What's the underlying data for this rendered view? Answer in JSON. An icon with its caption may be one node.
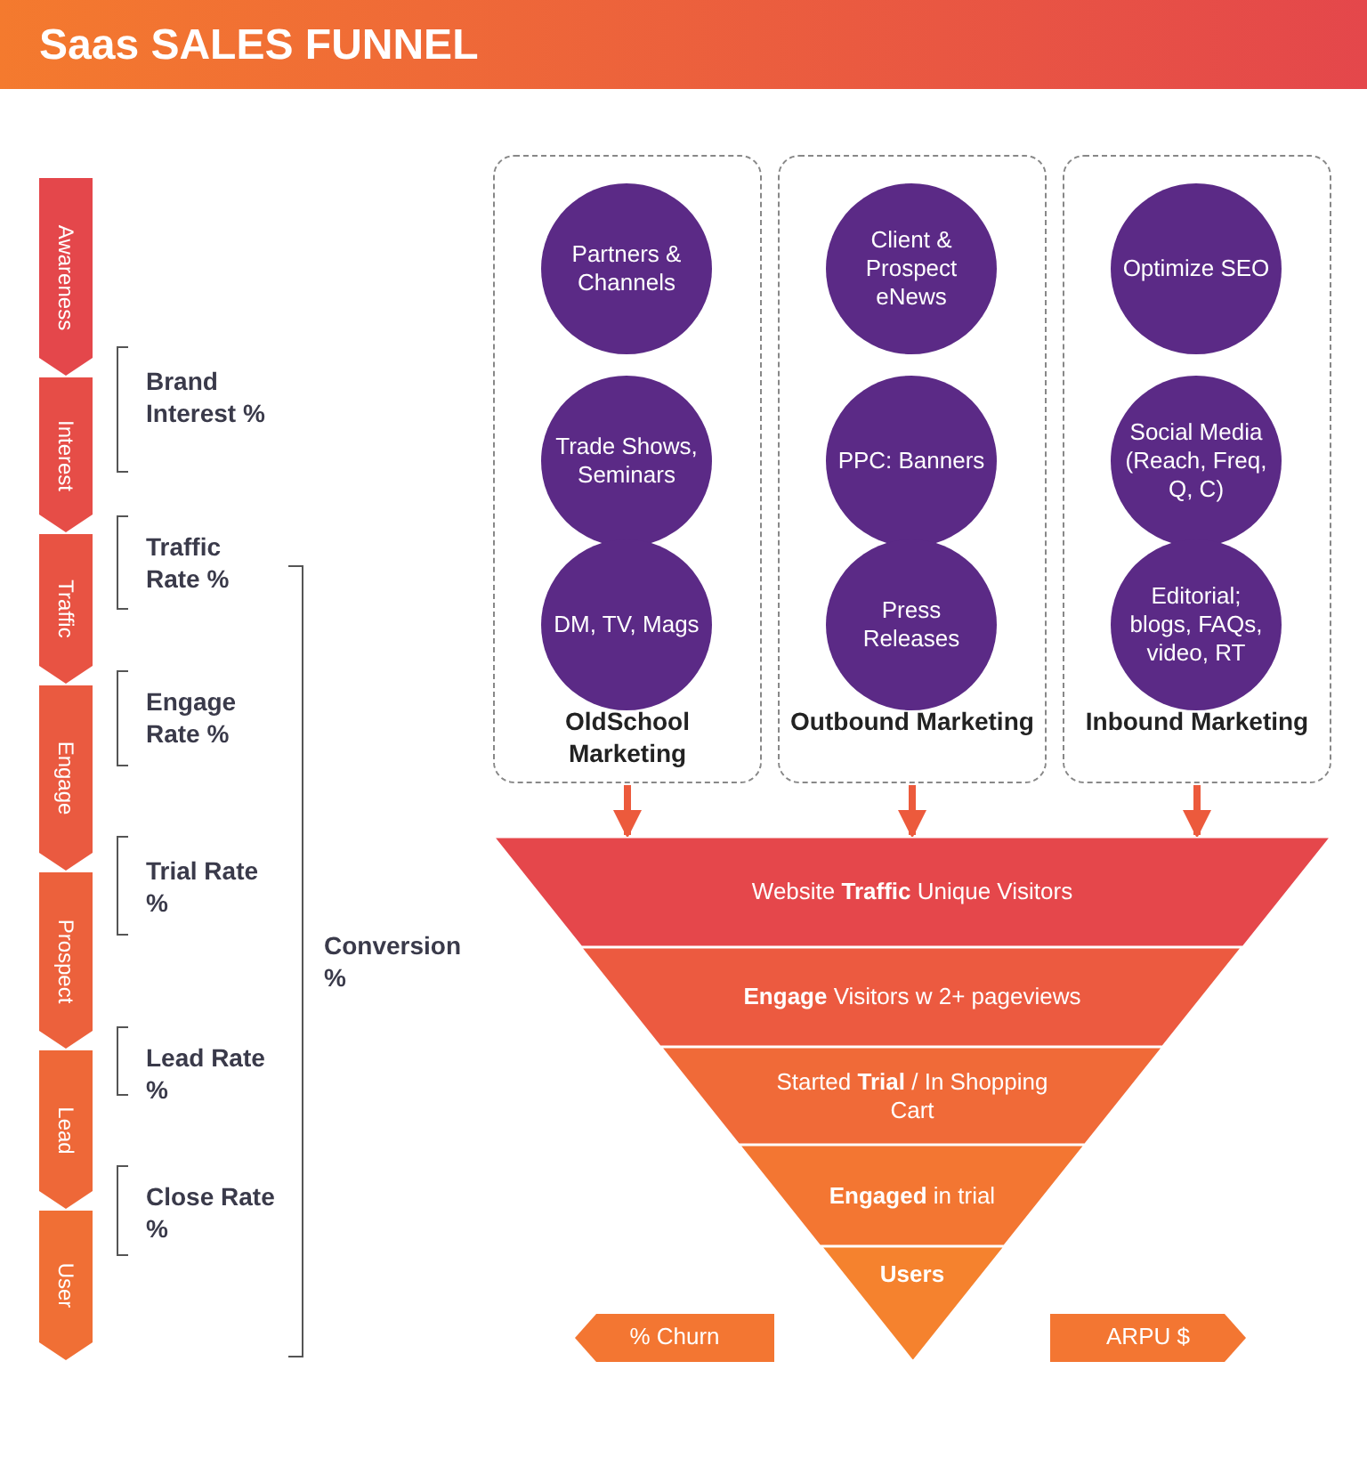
{
  "diagram": {
    "title": "Saas SALES FUNNEL",
    "nodes": [
      {
        "text": [
          "OldSchool Marketing"
        ]
      },
      {
        "text": [
          "Partners & Channels"
        ],
        "in": 0
      },
      {
        "text": [
          "Trade Shows, Seminars"
        ],
        "in": 0
      },
      {
        "text": [
          "DM, TV, Mags"
        ],
        "in": 0
      },
      {
        "text": [
          "Outbound Marketing"
        ]
      },
      {
        "text": [
          "Client & Prospect eNews"
        ],
        "in": 4
      },
      {
        "text": [
          "PPC: Banners"
        ],
        "in": 4
      },
      {
        "text": [
          "Press Releases"
        ],
        "in": 4
      },
      {
        "text": [
          "Inbound Marketing"
        ]
      },
      {
        "text": [
          "Optimize SEO"
        ],
        "in": 8
      },
      {
        "text": [
          "Social Media (Reach, Freq, Q, C)"
        ],
        "in": 8
      },
      {
        "text": [
          "Editorial; blogs, FAQs, video, RT"
        ],
        "in": 8
      },
      {
        "text": [
          "Website **Traffic** Unique Visitors"
        ]
      },
      {
        "text": [
          "**Engage** Visitors w 2+ pageviews"
        ]
      },
      {
        "text": [
          "Started **Trial** / In Shopping Cart"
        ]
      },
      {
        "text": [
          "**Engaged** in trial"
        ]
      },
      {
        "text": [
          "Users"
        ]
      },
      {
        "text": [
          "% Churn"
        ]
      },
      {
        "text": [
          "ARPU $"
        ]
      },
      {
        "text": [
          "Awareness"
        ]
      },
      {
        "text": [
          "Interest"
        ]
      },
      {
        "text": [
          "Traffic"
        ]
      },
      {
        "text": [
          "Engage"
        ]
      },
      {
        "text": [
          "Prospect"
        ]
      },
      {
        "text": [
          "Lead"
        ]
      },
      {
        "text": [
          "User"
        ]
      }
    ],
    "edges": [
      {
        "from": 0,
        "to": 12,
        "arrow": "to"
      },
      {
        "from": 4,
        "to": 12,
        "arrow": "to"
      },
      {
        "from": 8,
        "to": 12,
        "arrow": "to"
      }
    ],
    "labels": [
      "Brand Interest %",
      "Traffic Rate %",
      "Engage Rate %",
      "Trial Rate %",
      "Conversion %",
      "Lead Rate %",
      "Close Rate %"
    ]
  }
}
